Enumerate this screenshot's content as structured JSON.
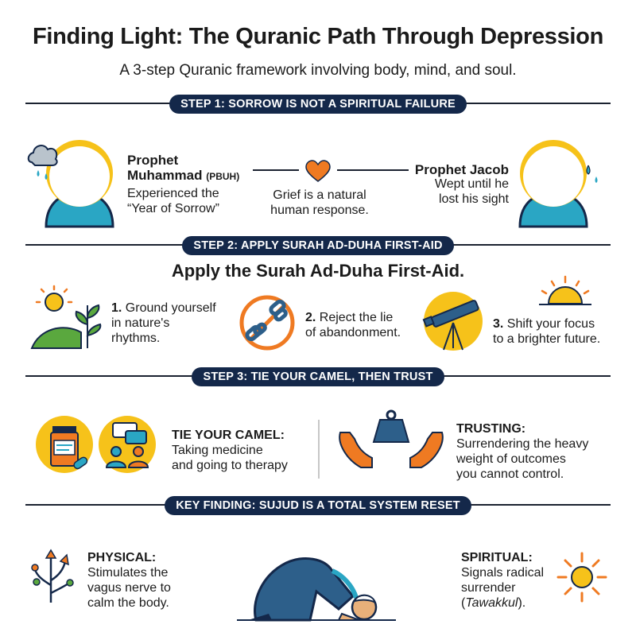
{
  "header": {
    "title": "Finding Light: The Quranic Path Through Depression",
    "subtitle": "A 3-step Quranic framework involving body, mind, and soul."
  },
  "step1": {
    "banner": "STEP 1: SORROW IS NOT A SPIRITUAL FAILURE",
    "left_name_line1": "Prophet",
    "left_name_line2": "Muhammad",
    "left_suffix": "(PBUH)",
    "left_desc_line1": "Experienced the",
    "left_desc_line2": "“Year of Sorrow”",
    "center_line1": "Grief is a natural",
    "center_line2": "human response.",
    "right_name": "Prophet Jacob",
    "right_desc_line1": "Wept until he",
    "right_desc_line2": "lost his sight"
  },
  "step2": {
    "banner": "STEP 2: APPLY SURAH AD-DUHA FIRST-AID",
    "heading": "Apply the Surah Ad-Duha First-Aid.",
    "item1_num": "1.",
    "item1_line1": "Ground yourself",
    "item1_line2": "in nature's",
    "item1_line3": "rhythms.",
    "item2_num": "2.",
    "item2_line1": "Reject the lie",
    "item2_line2": "of abandonment.",
    "item3_num": "3.",
    "item3_line1": "Shift your focus",
    "item3_line2": "to a brighter future."
  },
  "step3": {
    "banner": "STEP 3: TIE YOUR CAMEL, THEN TRUST",
    "tie_title": "TIE YOUR CAMEL:",
    "tie_line1": "Taking medicine",
    "tie_line2": "and going to therapy",
    "trust_title": "TRUSTING:",
    "trust_line1": "Surrendering the heavy",
    "trust_line2": "weight of outcomes",
    "trust_line3": "you cannot control."
  },
  "key": {
    "banner": "KEY FINDING: SUJUD IS A TOTAL SYSTEM RESET",
    "physical_title": "PHYSICAL:",
    "physical_line1": "Stimulates the",
    "physical_line2": "vagus nerve to",
    "physical_line3": "calm the body.",
    "spiritual_title": "SPIRITUAL:",
    "spiritual_line1": "Signals radical",
    "spiritual_line2": "surrender",
    "spiritual_line3": "(Tawakkul).",
    "spiritual_term": "Tawakkul"
  },
  "colors": {
    "navy": "#14284a",
    "teal": "#2aa6c4",
    "yellow": "#f6c21a",
    "orange": "#ef7a22",
    "green": "#5aa83e",
    "red": "#e0462c",
    "steel_blue": "#2d5f8a"
  },
  "icons": [
    "cloud-rain-icon",
    "heart-icon",
    "sun-icon",
    "plant-icon",
    "broken-chain-icon",
    "telescope-icon",
    "sunrise-icon",
    "medicine-bottle-icon",
    "chat-people-icon",
    "weight-hands-icon",
    "nerve-arrows-icon",
    "prostration-figure-icon"
  ]
}
